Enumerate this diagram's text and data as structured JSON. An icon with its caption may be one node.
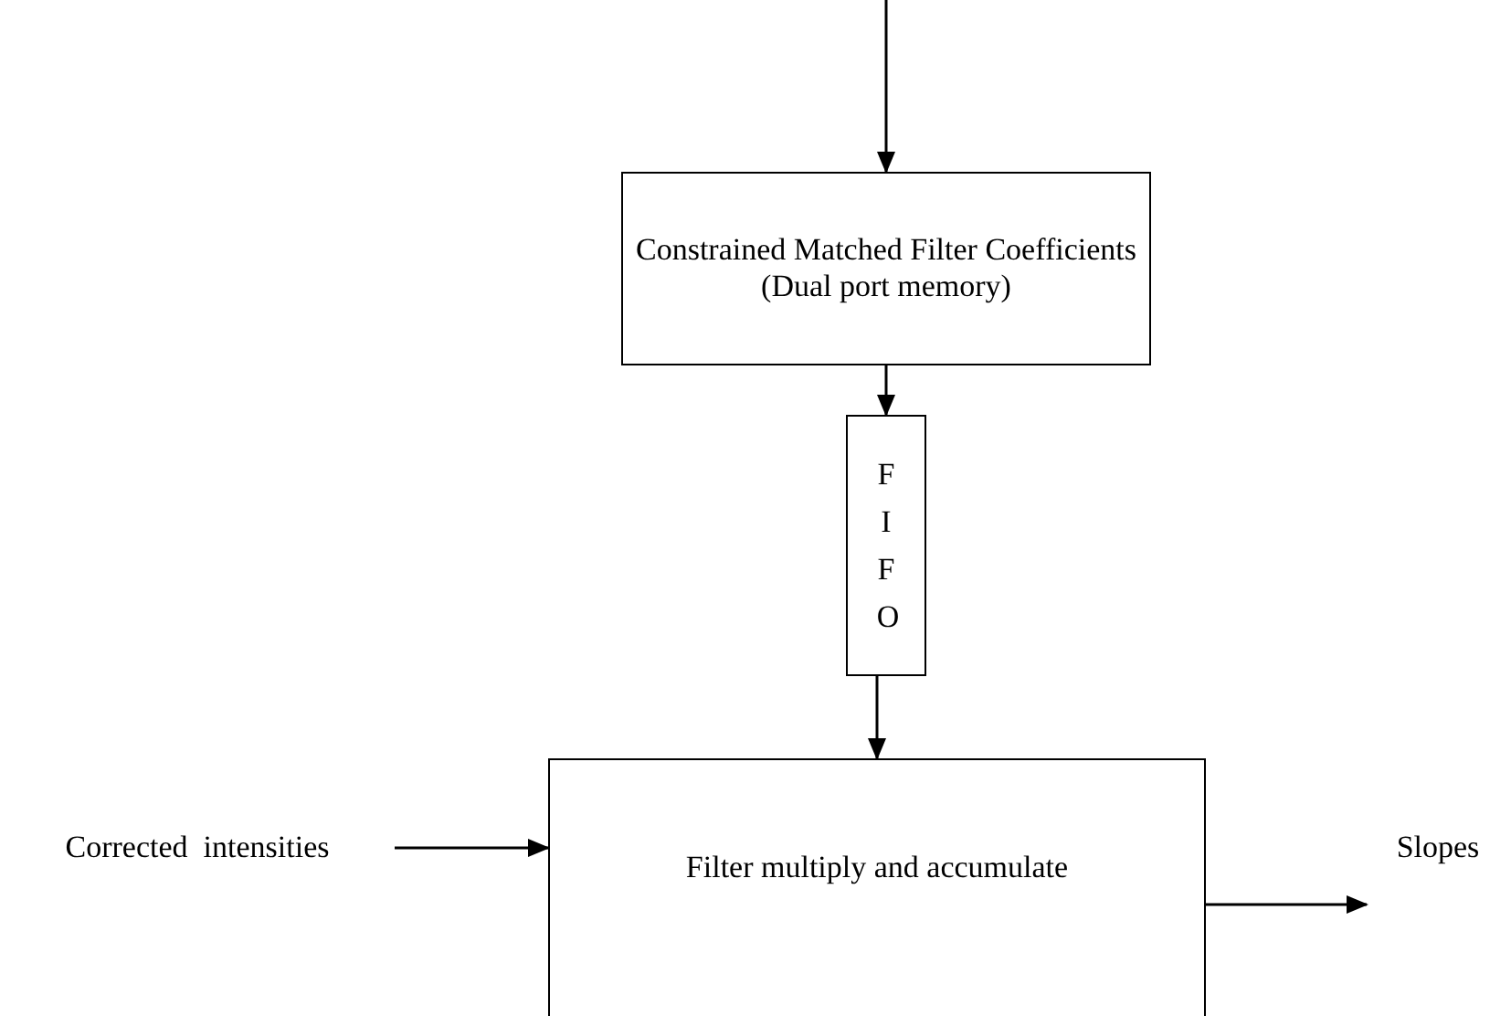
{
  "diagram": {
    "nodes": [
      {
        "text": [
          "Constrained Matched Filter Coefficients",
          "(Dual port memory)"
        ]
      },
      {
        "text": [
          "FIFO"
        ]
      },
      {
        "text": [
          "Filter multiply and accumulate"
        ]
      },
      {
        "text": [
          "Corrected  intensities"
        ]
      },
      {
        "text": [
          "Slopes"
        ]
      }
    ],
    "edges": [
      {
        "from": null,
        "to": 0,
        "arrow": "to"
      },
      {
        "from": 0,
        "to": 1,
        "arrow": "to"
      },
      {
        "from": 1,
        "to": 2,
        "arrow": "to"
      },
      {
        "from": 3,
        "to": 2,
        "arrow": "to"
      },
      {
        "from": 2,
        "to": 4,
        "arrow": "to"
      }
    ]
  }
}
